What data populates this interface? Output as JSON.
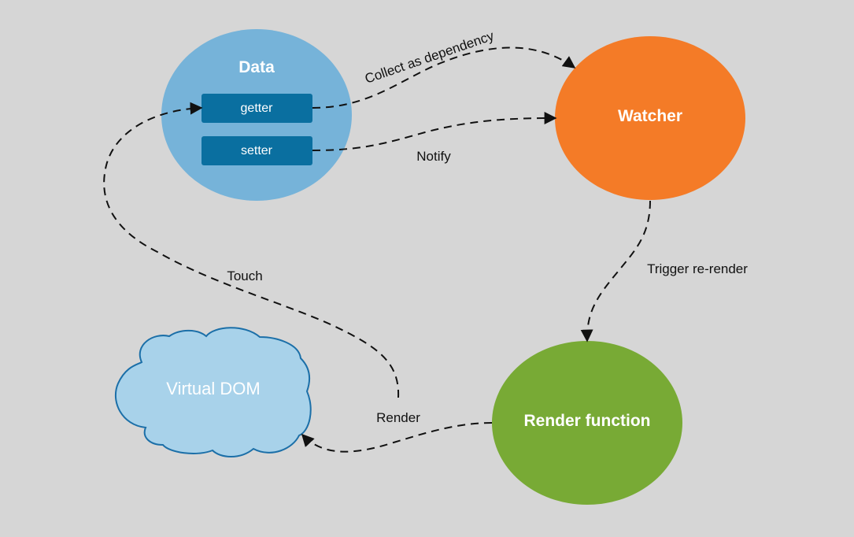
{
  "nodes": {
    "data": {
      "title": "Data",
      "getter_label": "getter",
      "setter_label": "setter"
    },
    "watcher": {
      "title": "Watcher"
    },
    "render_function": {
      "title": "Render function"
    },
    "virtual_dom": {
      "title": "Virtual DOM"
    }
  },
  "edges": {
    "collect": "Collect as dependency",
    "notify": "Notify",
    "trigger": "Trigger re-render",
    "render": "Render",
    "touch": "Touch"
  },
  "colors": {
    "background": "#d6d6d6",
    "data_circle": "#76b3d9",
    "data_box": "#0a6fa0",
    "watcher": "#f47b27",
    "render_function": "#78aa35",
    "virtual_dom_fill": "#a8d2ea",
    "virtual_dom_stroke": "#1b6fa8"
  }
}
